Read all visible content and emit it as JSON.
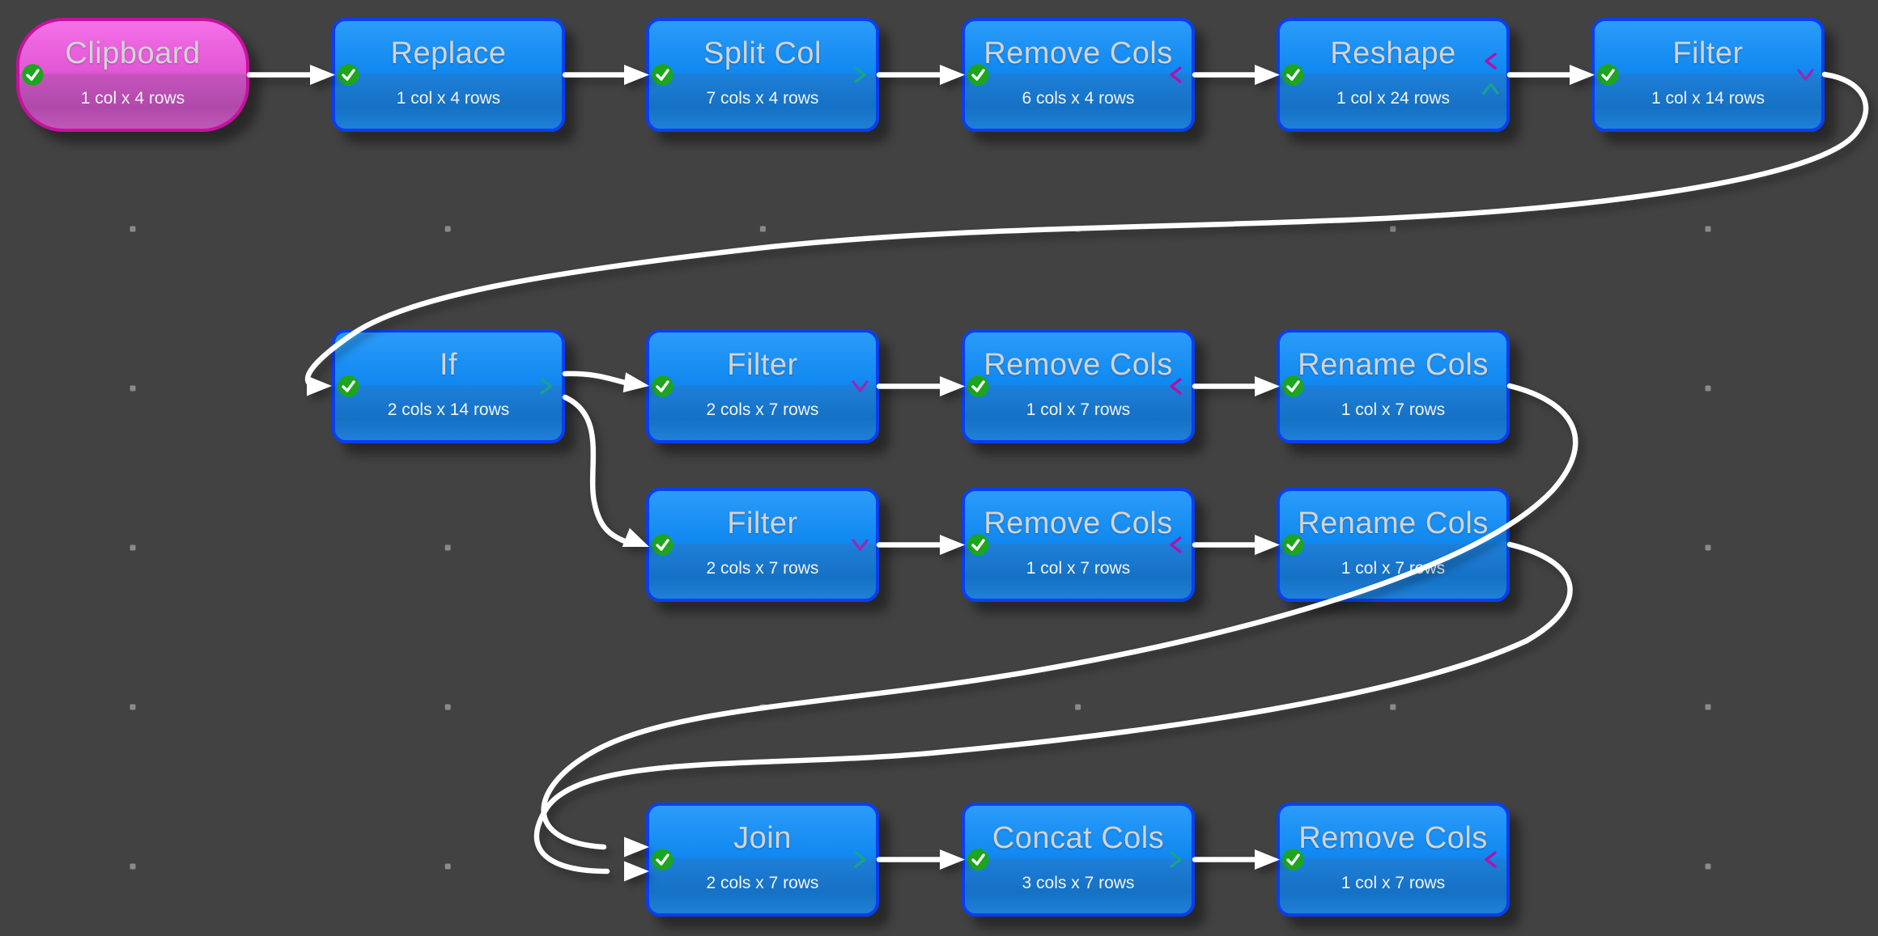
{
  "canvas": {
    "name": "data-transform-workflow-canvas"
  },
  "colors": {
    "background": "#424242",
    "node_blue_top": "#2B9CF9",
    "node_blue_bottom": "#1571C4",
    "node_blue_border": "#0A3EEF",
    "node_pink_top": "#F470E8",
    "node_pink_bottom": "#B04AAA",
    "node_pink_border": "#C6119F",
    "edge": "#FFFFFF",
    "check_green": "#1EA51E",
    "marker_teal": "#17A28F",
    "marker_purple": "#9927B8",
    "marker_magenta": "#AD13AD",
    "title_text": "#D3D3D3",
    "subtitle_text": "#F3F3F3",
    "grid_dot": "#989898"
  },
  "nodes": [
    {
      "id": "clipboard",
      "title": "Clipboard",
      "subtitle": "1 col x 4 rows",
      "color": "pink",
      "shape": "pill",
      "status": "completed",
      "status_icon": "check-circle-icon",
      "markers": [],
      "col": 0,
      "row": 0
    },
    {
      "id": "replace",
      "title": "Replace",
      "subtitle": "1 col x 4 rows",
      "color": "blue",
      "shape": "rounded-rect",
      "status": "completed",
      "status_icon": "check-circle-icon",
      "markers": [],
      "col": 1,
      "row": 0
    },
    {
      "id": "split-col",
      "title": "Split Col",
      "subtitle": "7 cols x 4 rows",
      "color": "blue",
      "shape": "rounded-rect",
      "status": "completed",
      "status_icon": "check-circle-icon",
      "markers": [
        {
          "icon": "chevron-right-icon",
          "color": "teal",
          "slot": "mid"
        }
      ],
      "col": 2,
      "row": 0
    },
    {
      "id": "remove-cols-1",
      "title": "Remove Cols",
      "subtitle": "6 cols x 4 rows",
      "color": "blue",
      "shape": "rounded-rect",
      "status": "completed",
      "status_icon": "check-circle-icon",
      "markers": [
        {
          "icon": "chevron-left-icon",
          "color": "magenta",
          "slot": "mid"
        }
      ],
      "col": 3,
      "row": 0
    },
    {
      "id": "reshape",
      "title": "Reshape",
      "subtitle": "1 col x 24 rows",
      "color": "blue",
      "shape": "rounded-rect",
      "status": "completed",
      "status_icon": "check-circle-icon",
      "markers": [
        {
          "icon": "chevron-left-icon",
          "color": "magenta",
          "slot": "upper"
        },
        {
          "icon": "chevron-up-icon",
          "color": "teal",
          "slot": "lower"
        }
      ],
      "col": 4,
      "row": 0
    },
    {
      "id": "filter-1",
      "title": "Filter",
      "subtitle": "1 col x 14 rows",
      "color": "blue",
      "shape": "rounded-rect",
      "status": "completed",
      "status_icon": "check-circle-icon",
      "markers": [
        {
          "icon": "chevron-down-icon",
          "color": "purple",
          "slot": "mid"
        }
      ],
      "col": 5,
      "row": 0
    },
    {
      "id": "if",
      "title": "If",
      "subtitle": "2 cols x 14 rows",
      "color": "blue",
      "shape": "rounded-rect",
      "status": "completed",
      "status_icon": "check-circle-icon",
      "markers": [
        {
          "icon": "chevron-right-icon",
          "color": "teal",
          "slot": "mid"
        }
      ],
      "col": 1,
      "row": 1
    },
    {
      "id": "filter-2",
      "title": "Filter",
      "subtitle": "2 cols x 7 rows",
      "color": "blue",
      "shape": "rounded-rect",
      "status": "completed",
      "status_icon": "check-circle-icon",
      "markers": [
        {
          "icon": "chevron-down-icon",
          "color": "purple",
          "slot": "mid"
        }
      ],
      "col": 2,
      "row": 1
    },
    {
      "id": "remove-cols-2",
      "title": "Remove Cols",
      "subtitle": "1 col x 7 rows",
      "color": "blue",
      "shape": "rounded-rect",
      "status": "completed",
      "status_icon": "check-circle-icon",
      "markers": [
        {
          "icon": "chevron-left-icon",
          "color": "magenta",
          "slot": "mid"
        }
      ],
      "col": 3,
      "row": 1
    },
    {
      "id": "rename-cols-1",
      "title": "Rename Cols",
      "subtitle": "1 col x 7 rows",
      "color": "blue",
      "shape": "rounded-rect",
      "status": "completed",
      "status_icon": "check-circle-icon",
      "markers": [],
      "col": 4,
      "row": 1
    },
    {
      "id": "filter-3",
      "title": "Filter",
      "subtitle": "2 cols x 7 rows",
      "color": "blue",
      "shape": "rounded-rect",
      "status": "completed",
      "status_icon": "check-circle-icon",
      "markers": [
        {
          "icon": "chevron-down-icon",
          "color": "purple",
          "slot": "mid"
        }
      ],
      "col": 2,
      "row": 2
    },
    {
      "id": "remove-cols-3",
      "title": "Remove Cols",
      "subtitle": "1 col x 7 rows",
      "color": "blue",
      "shape": "rounded-rect",
      "status": "completed",
      "status_icon": "check-circle-icon",
      "markers": [
        {
          "icon": "chevron-left-icon",
          "color": "magenta",
          "slot": "mid"
        }
      ],
      "col": 3,
      "row": 2
    },
    {
      "id": "rename-cols-2",
      "title": "Rename Cols",
      "subtitle": "1 col x 7 rows",
      "color": "blue",
      "shape": "rounded-rect",
      "status": "completed",
      "status_icon": "check-circle-icon",
      "markers": [],
      "col": 4,
      "row": 2
    },
    {
      "id": "join",
      "title": "Join",
      "subtitle": "2 cols x 7 rows",
      "color": "blue",
      "shape": "rounded-rect",
      "status": "completed",
      "status_icon": "check-circle-icon",
      "markers": [
        {
          "icon": "chevron-right-icon",
          "color": "teal",
          "slot": "mid"
        }
      ],
      "col": 2,
      "row": 3
    },
    {
      "id": "concat-cols",
      "title": "Concat Cols",
      "subtitle": "3 cols x 7 rows",
      "color": "blue",
      "shape": "rounded-rect",
      "status": "completed",
      "status_icon": "check-circle-icon",
      "markers": [
        {
          "icon": "chevron-right-icon",
          "color": "teal",
          "slot": "mid"
        }
      ],
      "col": 3,
      "row": 3
    },
    {
      "id": "remove-cols-4",
      "title": "Remove Cols",
      "subtitle": "1 col x 7 rows",
      "color": "blue",
      "shape": "rounded-rect",
      "status": "completed",
      "status_icon": "check-circle-icon",
      "markers": [
        {
          "icon": "chevron-left-icon",
          "color": "magenta",
          "slot": "mid"
        }
      ],
      "col": 4,
      "row": 3
    }
  ],
  "edges": [
    {
      "from": "clipboard",
      "to": "replace",
      "routing": "straight"
    },
    {
      "from": "replace",
      "to": "split-col",
      "routing": "straight"
    },
    {
      "from": "split-col",
      "to": "remove-cols-1",
      "routing": "straight"
    },
    {
      "from": "remove-cols-1",
      "to": "reshape",
      "routing": "straight"
    },
    {
      "from": "reshape",
      "to": "filter-1",
      "routing": "straight"
    },
    {
      "from": "filter-1",
      "to": "if",
      "routing": "curved"
    },
    {
      "from": "if",
      "to": "filter-2",
      "routing": "curved"
    },
    {
      "from": "if",
      "to": "filter-3",
      "routing": "curved"
    },
    {
      "from": "filter-2",
      "to": "remove-cols-2",
      "routing": "straight"
    },
    {
      "from": "remove-cols-2",
      "to": "rename-cols-1",
      "routing": "straight"
    },
    {
      "from": "filter-3",
      "to": "remove-cols-3",
      "routing": "straight"
    },
    {
      "from": "remove-cols-3",
      "to": "rename-cols-2",
      "routing": "straight"
    },
    {
      "from": "rename-cols-1",
      "to": "join",
      "routing": "curved"
    },
    {
      "from": "rename-cols-2",
      "to": "join",
      "routing": "curved"
    },
    {
      "from": "join",
      "to": "concat-cols",
      "routing": "straight"
    },
    {
      "from": "concat-cols",
      "to": "remove-cols-4",
      "routing": "straight"
    }
  ]
}
